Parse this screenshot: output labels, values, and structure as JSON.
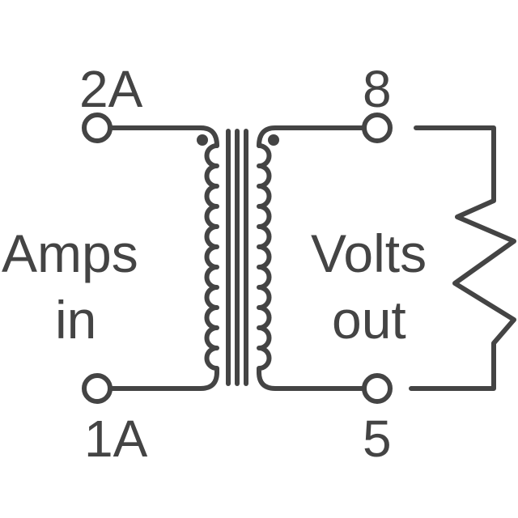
{
  "labels": {
    "terminal_top_left": "2A",
    "terminal_bottom_left": "1A",
    "terminal_top_right": "8",
    "terminal_bottom_right": "5",
    "primary_line1": "Amps",
    "primary_line2": "in",
    "secondary_line1": "Volts",
    "secondary_line2": "out"
  },
  "colors": {
    "stroke": "#444444",
    "background": "#ffffff"
  }
}
